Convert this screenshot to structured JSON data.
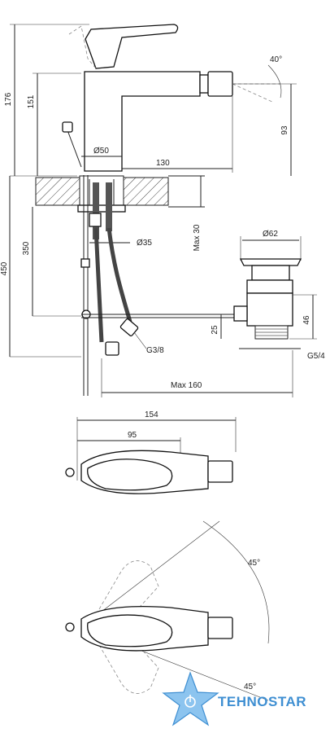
{
  "dimensions": {
    "h176": "176",
    "h151": "151",
    "angle_spout": "40°",
    "h93": "93",
    "d50": "Ø50",
    "w130": "130",
    "max30": "Max 30",
    "h350": "350",
    "h450": "450",
    "d35": "Ø35",
    "d62": "Ø62",
    "h46": "46",
    "h25": "25",
    "g38": "G3/8",
    "g54": "G5/4",
    "max160": "Max 160",
    "w154": "154",
    "w95": "95",
    "angle_top": "45°",
    "angle_bottom": "45°"
  },
  "brand": {
    "logo_text": "TEHNOSTAR",
    "colors": {
      "logo_blue": "#3f8fd2",
      "logo_light": "#8cc4ef"
    }
  }
}
